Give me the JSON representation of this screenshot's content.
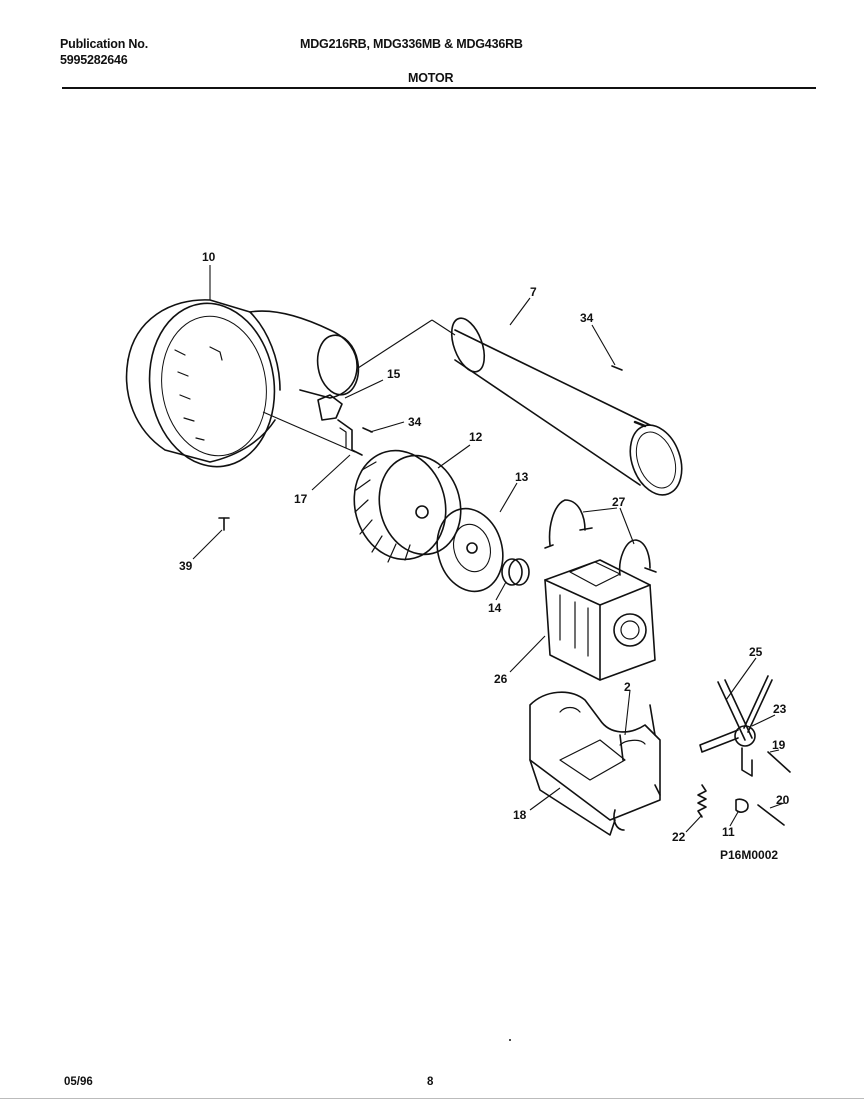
{
  "header": {
    "publication_label": "Publication No.",
    "publication_number": "5995282646",
    "models": "MDG216RB, MDG336MB & MDG436RB",
    "section_title": "MOTOR"
  },
  "diagram": {
    "callouts": {
      "c10": "10",
      "c7": "7",
      "c34a": "34",
      "c15": "15",
      "c34b": "34",
      "c12": "12",
      "c17": "17",
      "c13": "13",
      "c27": "27",
      "c39": "39",
      "c14": "14",
      "c26": "26",
      "c25": "25",
      "c2": "2",
      "c23": "23",
      "c19": "19",
      "c20": "20",
      "c18": "18",
      "c22": "22",
      "c11": "11"
    },
    "figure_code": "P16M0002"
  },
  "footer": {
    "date": "05/96",
    "page": "8"
  }
}
